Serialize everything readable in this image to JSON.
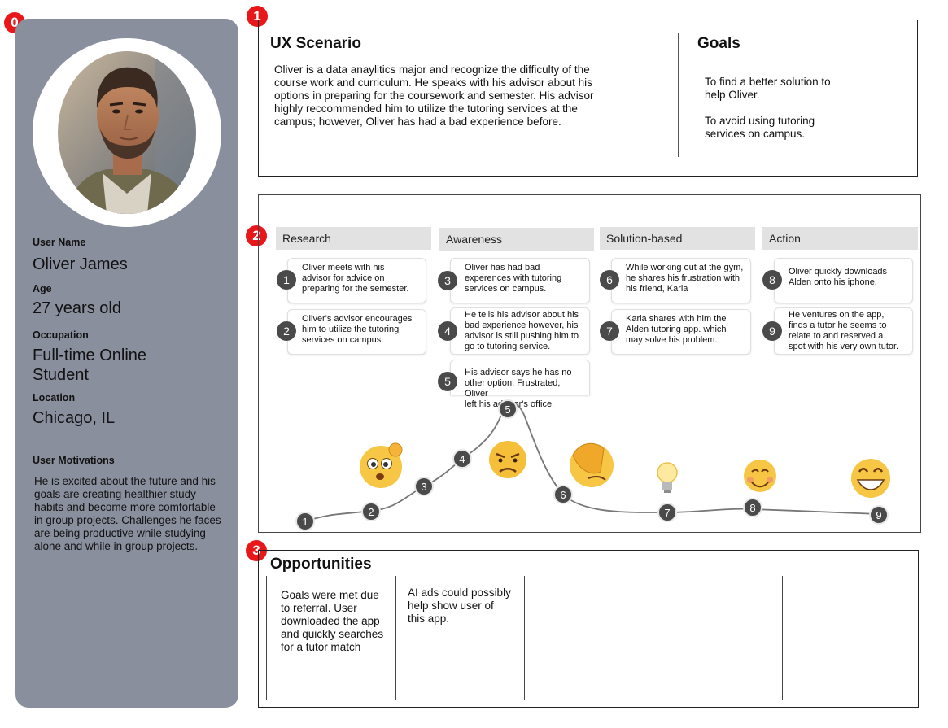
{
  "badges": [
    "0",
    "1",
    "2",
    "3"
  ],
  "persona": {
    "photo_alt": "Portrait of Oliver James",
    "user_name_label": "User Name",
    "user_name": "Oliver James",
    "age_label": "Age",
    "age": "27 years old",
    "occupation_label": "Occupation",
    "occupation_line1": "Full-time Online",
    "occupation_line2": "Student",
    "location_label": "Location",
    "location": "Chicago, IL",
    "motivations_label": "User Motivations",
    "motivations_lines": [
      "He is excited about the future and his",
      "goals are creating healthier study",
      "habits and become more comfortable",
      "in group projects. Challenges he faces",
      "are being productive while studying",
      "alone and while in group projects."
    ]
  },
  "scenario": {
    "title": "UX Scenario",
    "lines": [
      "Oliver is a data anaylitics major and recognize the difficulty of the",
      "course work and curriculum. He speaks with his advisor about his",
      "options in preparing for the coursework and semester. His advisor",
      "highly reccommended him to utilize the tutoring services at the",
      "campus; however, Oliver has had a bad experience before."
    ],
    "goals_title": "Goals",
    "goal1_lines": [
      "To find a better solution to",
      "help Oliver."
    ],
    "goal2_lines": [
      "To avoid using tutoring",
      "services on campus."
    ]
  },
  "journey": {
    "phases": [
      "Research",
      "Awareness",
      "Solution-based",
      "Action"
    ],
    "steps": [
      {
        "n": "1",
        "lines": [
          "Oliver meets with his",
          "advisor for advice on",
          "preparing for the semester."
        ]
      },
      {
        "n": "2",
        "lines": [
          "Oliver's advisor encourages",
          "him to utilize the tutoring",
          "services on campus."
        ]
      },
      {
        "n": "3",
        "lines": [
          "Oliver has had bad",
          "experences with tutoring",
          "services on campus."
        ]
      },
      {
        "n": "4",
        "lines": [
          "He tells his advisor about his",
          "bad experience however, his",
          "advisor is still pushing him to",
          "go to tutoring service."
        ]
      },
      {
        "n": "5",
        "lines": [
          "His advisor says he has no",
          "other option. Frustrated, Oliver",
          "left his advisor's office."
        ]
      },
      {
        "n": "6",
        "lines": [
          "While working out at the gym,",
          "he shares his frustration with",
          "his friend, Karla"
        ]
      },
      {
        "n": "7",
        "lines": [
          "Karla shares with him the",
          "Alden tutoring app. which",
          "may solve his problem."
        ]
      },
      {
        "n": "8",
        "lines": [
          "Oliver quickly downloads",
          "Alden onto his iphone."
        ]
      },
      {
        "n": "9",
        "lines": [
          "He ventures on the app,",
          "finds a tutor he seems to",
          "relate to and reserved a",
          "spot with his very own tutor."
        ]
      }
    ],
    "curve_points": [
      "1",
      "2",
      "3",
      "4",
      "5",
      "6",
      "7",
      "8",
      "9"
    ],
    "emotions": [
      "confused-face",
      "angry-face",
      "facepalm-face",
      "lightbulb",
      "smiling-face",
      "grinning-face"
    ]
  },
  "opportunities": {
    "title": "Opportunities",
    "col1_lines": [
      "Goals were met due",
      "to referral. User",
      "downloaded the app",
      "and quickly searches",
      "for a tutor match"
    ],
    "col2_lines": [
      "AI ads could possibly",
      "help show user of",
      "this app."
    ]
  },
  "colors": {
    "badge": "#e8171a",
    "persona_panel": "#8a8f9e",
    "phase_header": "#e2e2e2",
    "step_circle": "#4a4a4a"
  }
}
